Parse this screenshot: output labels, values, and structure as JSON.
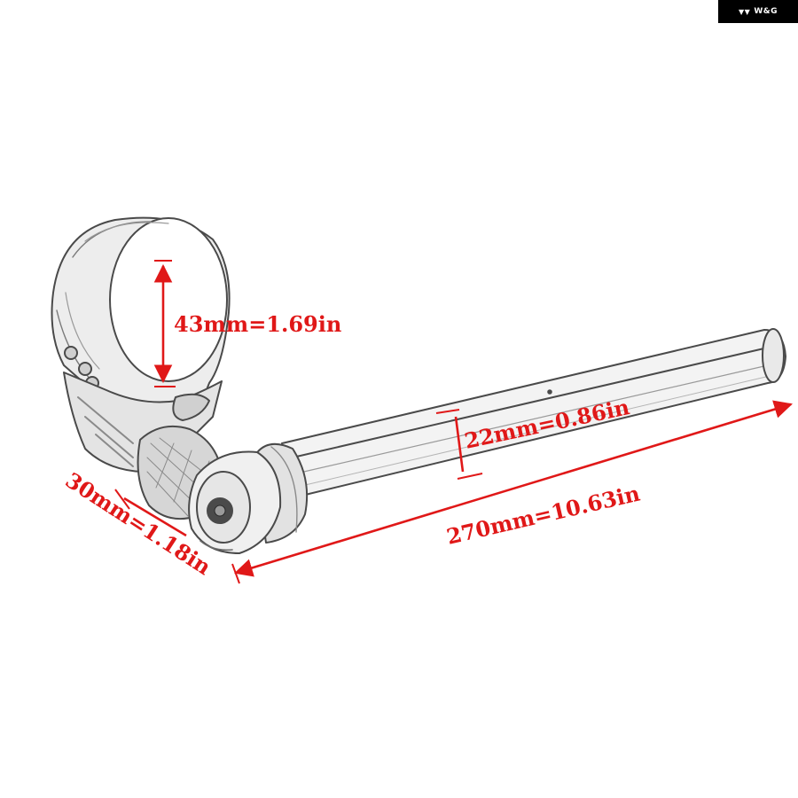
{
  "brand": {
    "label": "W&G"
  },
  "colors": {
    "dimension": "#e01818",
    "outline": "#4a4a4a",
    "shade": "#d6d6d6",
    "background": "#ffffff"
  },
  "icons": {
    "brand_mark": "wings-logo-icon"
  },
  "dimensions": {
    "clamp_diameter": "43mm=1.69in",
    "bar_diameter": "22mm=0.86in",
    "bar_length": "270mm=10.63in",
    "clamp_height": "30mm=1.18in"
  }
}
